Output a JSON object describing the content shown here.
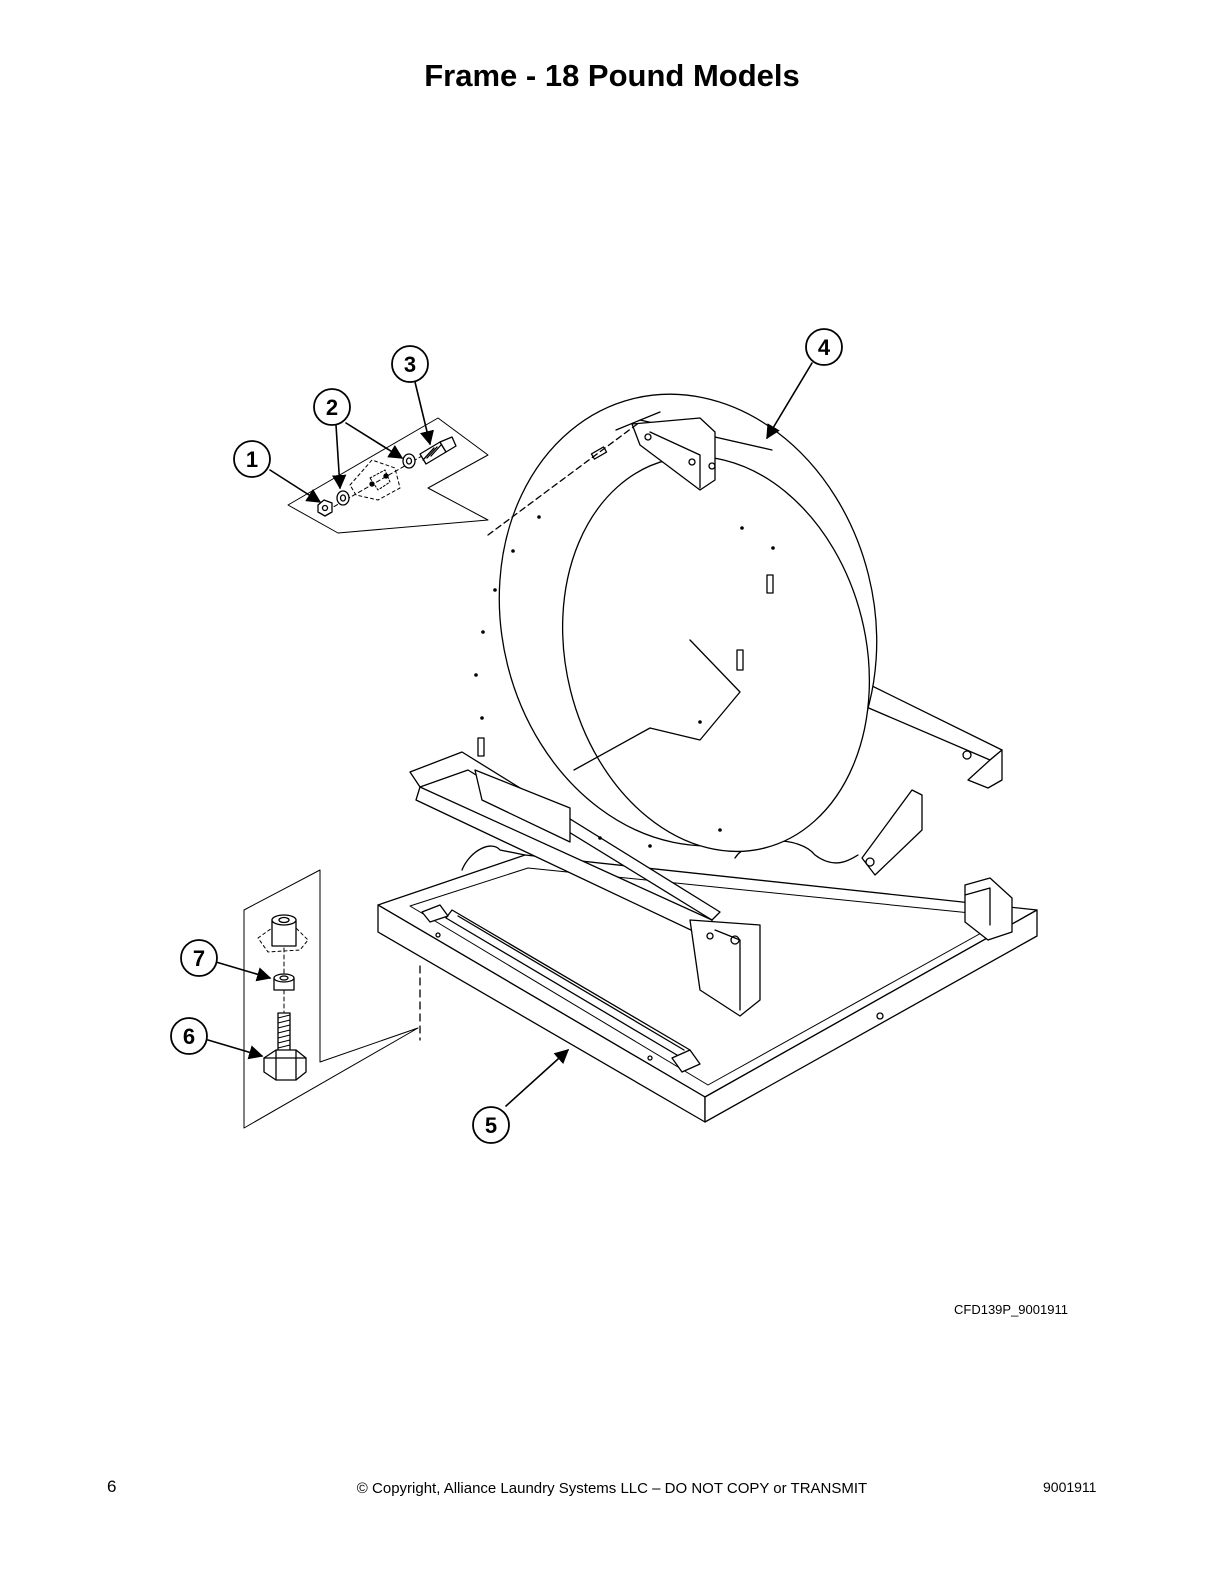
{
  "page": {
    "title": "Frame - 18 Pound Models",
    "drawing_id": "CFD139P_9001911",
    "page_number": "6",
    "copyright": "© Copyright, Alliance Laundry Systems LLC – DO NOT COPY or TRANSMIT",
    "doc_number": "9001911"
  },
  "callouts": [
    "1",
    "2",
    "3",
    "4",
    "5",
    "6",
    "7"
  ]
}
